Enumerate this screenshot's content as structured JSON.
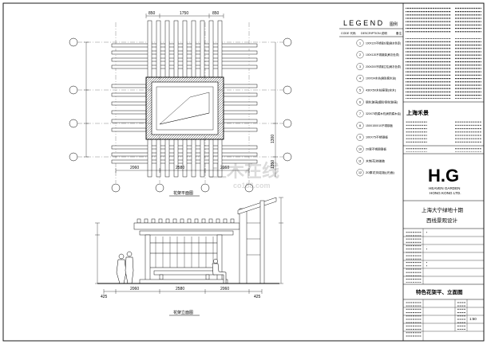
{
  "drawing": {
    "plan": {
      "caption": "花架平面图",
      "dims_top": [
        "850",
        "1750",
        "850"
      ],
      "dims_bottom": [
        "2060",
        "2580",
        "2060"
      ],
      "dims_right": [
        "1300",
        "1350"
      ]
    },
    "elevation": {
      "caption": "花架立面图",
      "dims_bottom": [
        "425",
        "2060",
        "2580",
        "2060",
        "425"
      ]
    }
  },
  "legend": {
    "title": "L E G E N D",
    "title_cn": "图例",
    "col_code": "CODE 代码",
    "col_desc": "DESCRIPTION 说明",
    "col_note": "备注",
    "items": [
      {
        "code": "1",
        "desc": "100X120不锈钢方管(刷灰色漆)"
      },
      {
        "code": "2",
        "desc": "100X120不锈钢梁(刷灰色漆)"
      },
      {
        "code": "3",
        "desc": "200X200不锈钢立柱(刷灰色漆)"
      },
      {
        "code": "4",
        "desc": "100X34木枋(刷防腐木油)"
      },
      {
        "code": "5",
        "desc": "430X50木枋座凳(实木)"
      },
      {
        "code": "6",
        "desc": "钢化玻璃(磨砂钢化玻璃)"
      },
      {
        "code": "7",
        "desc": "320X75防腐木枋(刷防腐木油)"
      },
      {
        "code": "8",
        "desc": "150X150X10不锈钢板"
      },
      {
        "code": "9",
        "desc": "100X75不锈钢板"
      },
      {
        "code": "10",
        "desc": "20厚不锈钢钢板"
      },
      {
        "code": "11",
        "desc": "木制花池铺装"
      },
      {
        "code": "12",
        "desc": "20厚花岗岩板(光面)"
      }
    ]
  },
  "title_block": {
    "company": "上海禾景",
    "logo": "H.G",
    "logo_sub1": "HEAVEN GARDEN",
    "logo_sub2": "HONG KONG LTD.",
    "project_line1": "上海大宁绿地十期",
    "project_line2": "西线景观设计",
    "drawing_title": "特色花架平、立面图",
    "scale": "1:50"
  },
  "watermark": {
    "cn": "土木在线",
    "url": "co188.com"
  }
}
